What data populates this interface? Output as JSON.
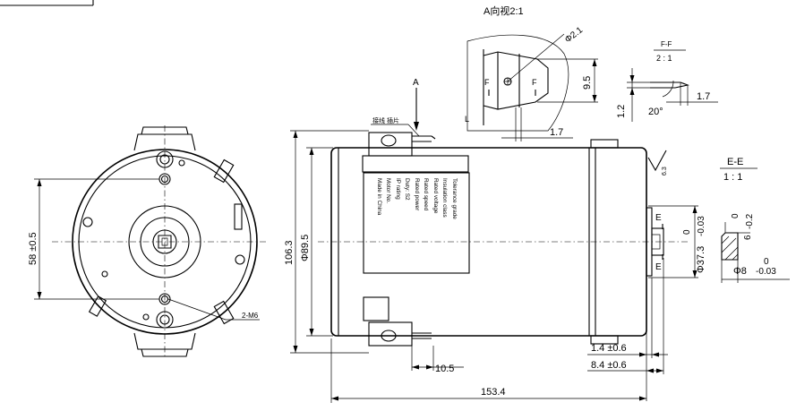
{
  "title_view_a": "A向视2:1",
  "view_arrow_label": "A",
  "terminal_label": "接线 插片",
  "section_ff": {
    "title": "F-F",
    "scale": "2 : 1",
    "angle": "20°",
    "dim_width": "1.7",
    "dim_height": "1.2"
  },
  "section_ee": {
    "title": "E-E",
    "scale": "1 : 1",
    "tol_upper": "0",
    "tol_lower": "-0.2",
    "dim_6": "6",
    "shaft_dia": "Φ8",
    "shaft_tol_upper": "0",
    "shaft_tol_lower": "-0.03"
  },
  "view_a_dims": {
    "hole_dia": "Φ2.1",
    "height": "9.5",
    "width": "1.7",
    "marker_l": "L",
    "marker_f": "F"
  },
  "front_view": {
    "mount_spacing": "58 ±0.5",
    "thread_note": "2-M6"
  },
  "side_view": {
    "overall_height": "106.3",
    "body_dia": "Φ89.5",
    "pilot_dia": "Φ37.3",
    "pilot_tol_upper": "0",
    "pilot_tol_lower": "-0.03",
    "section_mark": "E",
    "dim_terminal": "10.5",
    "dim_shoulder": "1.4 ±0.6",
    "dim_shaft": "8.4 ±0.6",
    "overall_length": "153.4",
    "roughness": "6.3"
  },
  "label_plate_lines": [
    "Tolerance grade",
    "Insulation class",
    "Rated voltage",
    "Rated speed",
    "Rated power",
    "Duty: S2",
    "IP rating",
    "Motor No.",
    "Made in China"
  ]
}
